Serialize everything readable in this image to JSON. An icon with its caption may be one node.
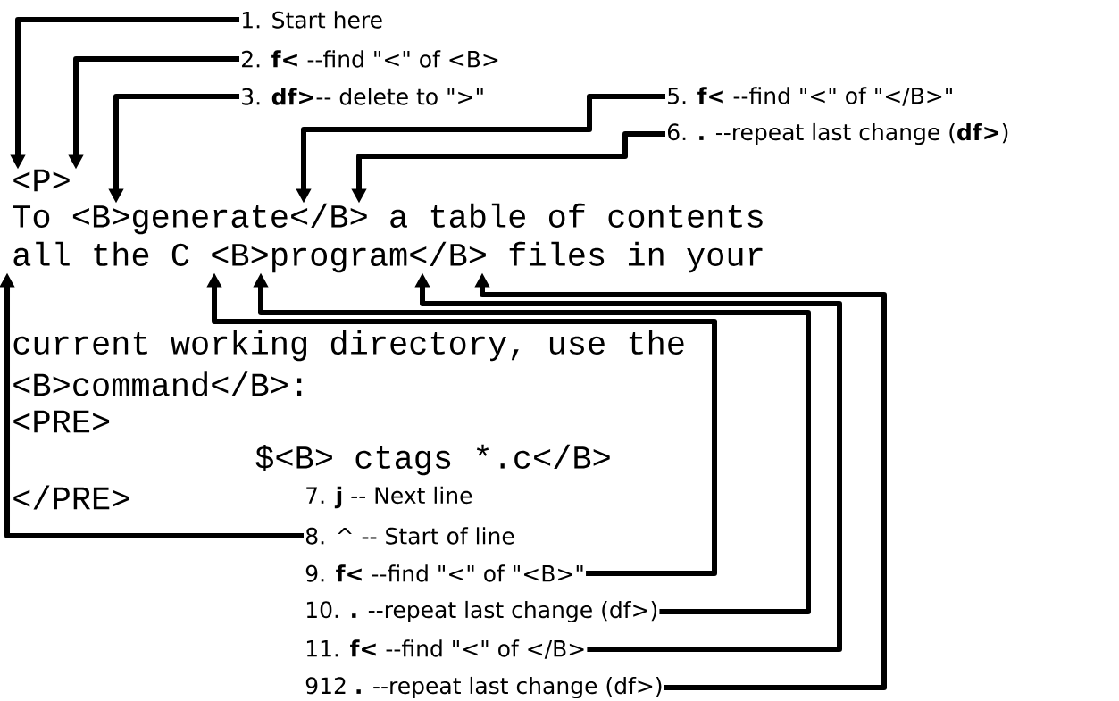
{
  "diagram": {
    "nodes": [
      {
        "text": [
          "1. Start here"
        ]
      },
      {
        "text": [
          "2. **f<** --find \"<\" of <B>"
        ]
      },
      {
        "text": [
          "3. **df>**-- delete to \">\""
        ]
      },
      {
        "text": [
          "5. **f<** --find \"<\" of \"</B>\""
        ]
      },
      {
        "text": [
          "6. **.**  --repeat last change (**df>**)"
        ]
      },
      {
        "text": [
          "7. **j** -- Next line"
        ]
      },
      {
        "text": [
          "8. ^ -- Start of line"
        ]
      },
      {
        "text": [
          "9. **f<** --find \"<\" of \"<B>\""
        ]
      },
      {
        "text": [
          "10. **.**  --repeat last change (df>)"
        ]
      },
      {
        "text": [
          "11. **f<** --find \"<\" of </B>"
        ]
      },
      {
        "text": [
          "912 **.**  --repeat last change (df>)"
        ]
      },
      {
        "text": [
          "<P>"
        ]
      },
      {
        "text": [
          "To <B>generate</B> a table of contents"
        ]
      },
      {
        "text": [
          "all the C <B>program</B> files in your"
        ]
      },
      {
        "text": [
          "current working directory, use the"
        ]
      },
      {
        "text": [
          "<B>command</B>:"
        ]
      },
      {
        "text": [
          "<PRE>"
        ]
      },
      {
        "text": [
          "$<B> ctags *.c</B>"
        ]
      },
      {
        "text": [
          "</PRE>"
        ]
      }
    ],
    "edges": [
      {
        "from": 0,
        "to": 11,
        "arrow": "to"
      },
      {
        "from": 1,
        "to": 11,
        "arrow": "to"
      },
      {
        "from": 2,
        "to": 12,
        "arrow": "to"
      },
      {
        "from": 3,
        "to": 12,
        "arrow": "to"
      },
      {
        "from": 4,
        "to": 12,
        "arrow": "to"
      },
      {
        "from": 6,
        "to": 13,
        "arrow": "to"
      },
      {
        "from": 7,
        "to": 13,
        "arrow": "to"
      },
      {
        "from": 8,
        "to": 13,
        "arrow": "to"
      },
      {
        "from": 9,
        "to": 13,
        "arrow": "to"
      },
      {
        "from": 10,
        "to": 13,
        "arrow": "to"
      }
    ]
  }
}
